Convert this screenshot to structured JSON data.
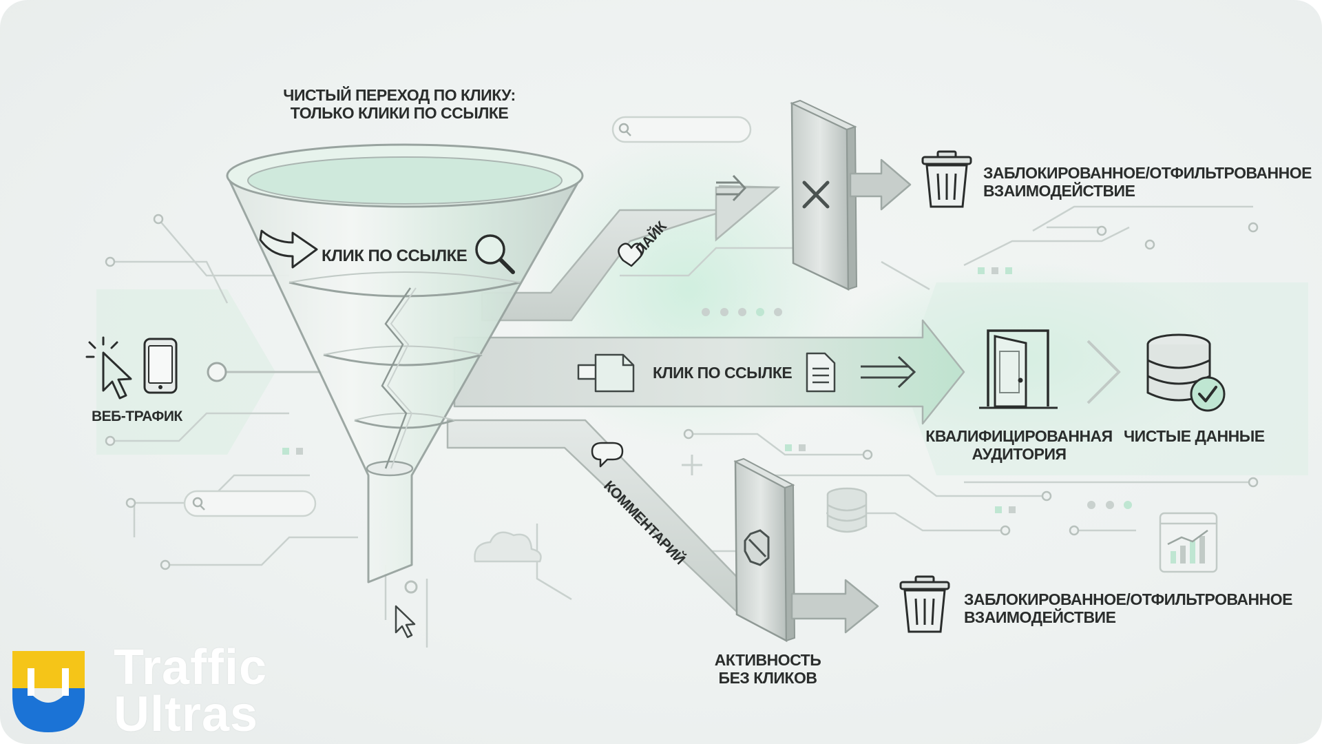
{
  "funnel": {
    "title_line1": "ЧИСТЫЙ ПЕРЕХОД ПО КЛИКУ:",
    "title_line2": "ТОЛЬКО КЛИКИ ПО ССЫЛКЕ",
    "inside_label": "КЛИК ПО ССЫЛКЕ"
  },
  "source": {
    "label": "ВЕБ-ТРАФИК"
  },
  "top_branch": {
    "path_label": "ЛАЙК",
    "result_line1": "ЗАБЛОКИРОВАННОЕ/ОТФИЛЬТРОВАННОЕ",
    "result_line2": "ВЗАИМОДЕЙСТВИЕ"
  },
  "main_branch": {
    "path_label": "КЛИК ПО ССЫЛКЕ",
    "audience_line1": "КВАЛИФИЦИРОВАННАЯ",
    "audience_line2": "АУДИТОРИЯ",
    "data_label": "ЧИСТЫЕ ДАННЫЕ"
  },
  "bottom_branch": {
    "path_label": "КОММЕНТАРИЙ",
    "gate_line1": "АКТИВНОСТЬ",
    "gate_line2": "БЕЗ КЛИКОВ",
    "result_line1": "ЗАБЛОКИРОВАННОЕ/ОТФИЛЬТРОВАННОЕ",
    "result_line2": "ВЗАИМОДЕЙСТВИЕ"
  },
  "logo": {
    "line1": "Traffic",
    "line2": "Ultras"
  },
  "colors": {
    "accent_green": "#bfe6d2",
    "brand_yellow": "#f5c518",
    "brand_blue": "#1b73d6"
  },
  "icons": [
    "cursor-icon",
    "phone-icon",
    "search-icon",
    "heart-icon",
    "comment-icon",
    "document-icon",
    "door-icon",
    "database-check-icon",
    "trash-icon",
    "close-icon",
    "bolt-icon",
    "cloud-icon",
    "chart-icon"
  ]
}
